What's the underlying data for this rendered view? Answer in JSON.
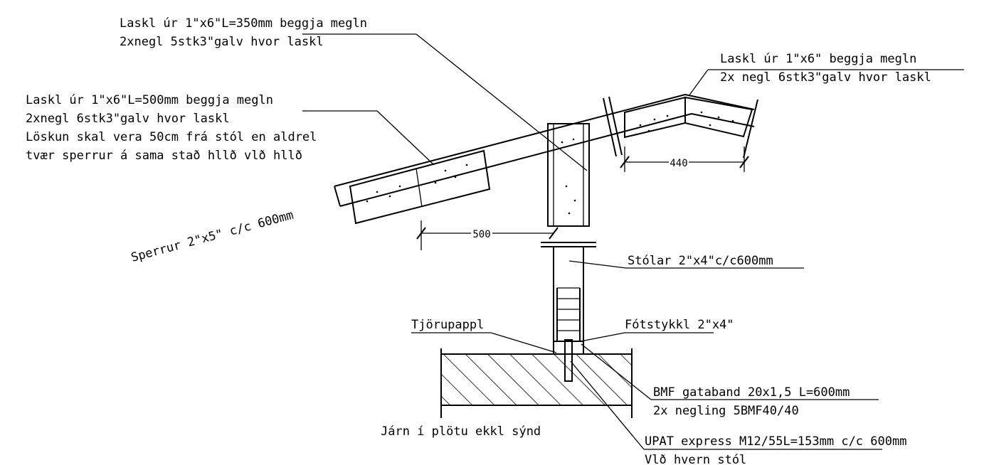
{
  "labels": {
    "lap_top_1": "Laskl úr 1\"x6\"L=350mm beggja megln",
    "lap_top_2": "2xnegl 5stk3\"galv hvor laskl",
    "lap_left_1": "Laskl úr 1\"x6\"L=500mm beggja megln",
    "lap_left_2": "2xnegl 6stk3\"galv hvor laskl",
    "lap_left_3": "Löskun skal vera 50cm frá stól en aldrel",
    "lap_left_4": "tvær sperrur á sama stað hllð vlð hllð",
    "lap_right_1": "Laskl úr 1\"x6\" beggja megln",
    "lap_right_2": "2x negl 6stk3\"galv hvor laskl",
    "rafters": "Sperrur 2\"x5\" c/c 600mm",
    "posts": "Stólar 2\"x4\"c/c600mm",
    "tar_paper": "Tjörupappl",
    "sole_plate": "Fótstykkl 2\"x4\"",
    "strap_1": "BMF gataband 20x1,5 L=600mm",
    "strap_2": "2x negling 5BMF40/40",
    "anchor_1": "UPAT express M12/55L=153mm c/c 600mm",
    "anchor_2": "Vlð hvern stól",
    "rebar_note": "Járn í plötu ekkl sýnd"
  },
  "dimensions": {
    "right_lap": "440",
    "post_offset": "500"
  }
}
